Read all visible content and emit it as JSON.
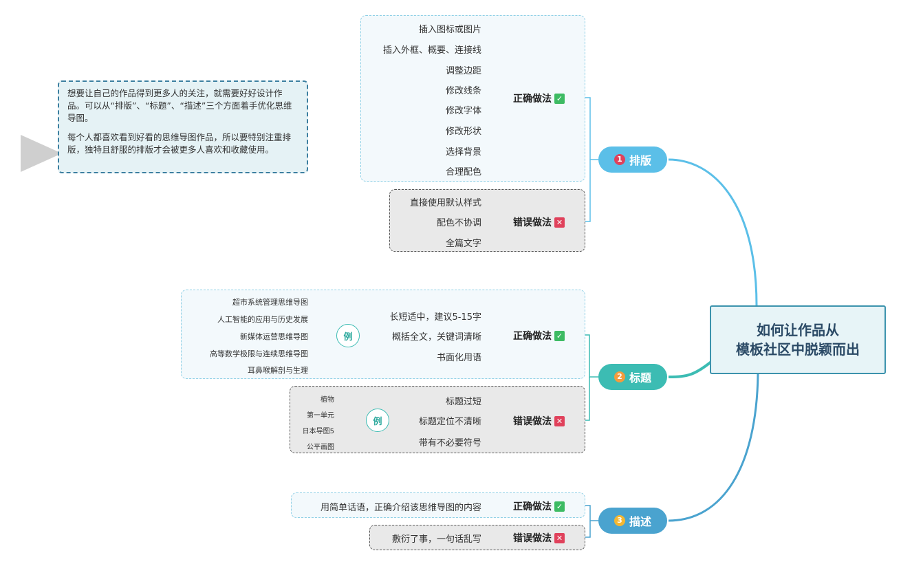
{
  "central": {
    "line1": "如何让作品从",
    "line2": "模板社区中脱颖而出"
  },
  "note": {
    "paragraph1": "想要让自己的作品得到更多人的关注，就需要好好设计作品。可以从“排版”、“标题”、“描述”三个方面着手优化思维导图。",
    "paragraph2": "每个人都喜欢看到好看的思维导图作品，所以要特别注重排版，独特且舒服的排版才会被更多人喜欢和收藏使用。"
  },
  "labels": {
    "correct": "正确做法",
    "wrong": "错误做法",
    "example": "例"
  },
  "colors": {
    "branch1": "#5bbfe8",
    "branch2": "#3cbcb3",
    "branch3": "#4aa3cf",
    "central_border": "#3c93ad"
  },
  "branches": [
    {
      "number": "1",
      "title": "排版",
      "correct": [
        "插入图标或图片",
        "插入外框、概要、连接线",
        "调整边距",
        "修改线条",
        "修改字体",
        "修改形状",
        "选择背景",
        "合理配色"
      ],
      "wrong": [
        "直接使用默认样式",
        "配色不协调",
        "全篇文字"
      ]
    },
    {
      "number": "2",
      "title": "标题",
      "correct": [
        "长短适中，建议5-15字",
        "概括全文，关键词清晰",
        "书面化用语"
      ],
      "correct_examples": [
        "超市系统管理思维导图",
        "人工智能的应用与历史发展",
        "新媒体运营思维导图",
        "高等数学极限与连续思维导图",
        "耳鼻喉解剖与生理"
      ],
      "wrong": [
        "标题过短",
        "标题定位不清晰",
        "带有不必要符号"
      ],
      "wrong_examples": [
        "植物",
        "第一单元",
        "日本导图5",
        "公平画图"
      ]
    },
    {
      "number": "3",
      "title": "描述",
      "correct": [
        "用简单话语，正确介绍该思维导图的内容"
      ],
      "wrong": [
        "敷衍了事，一句话乱写"
      ]
    }
  ]
}
